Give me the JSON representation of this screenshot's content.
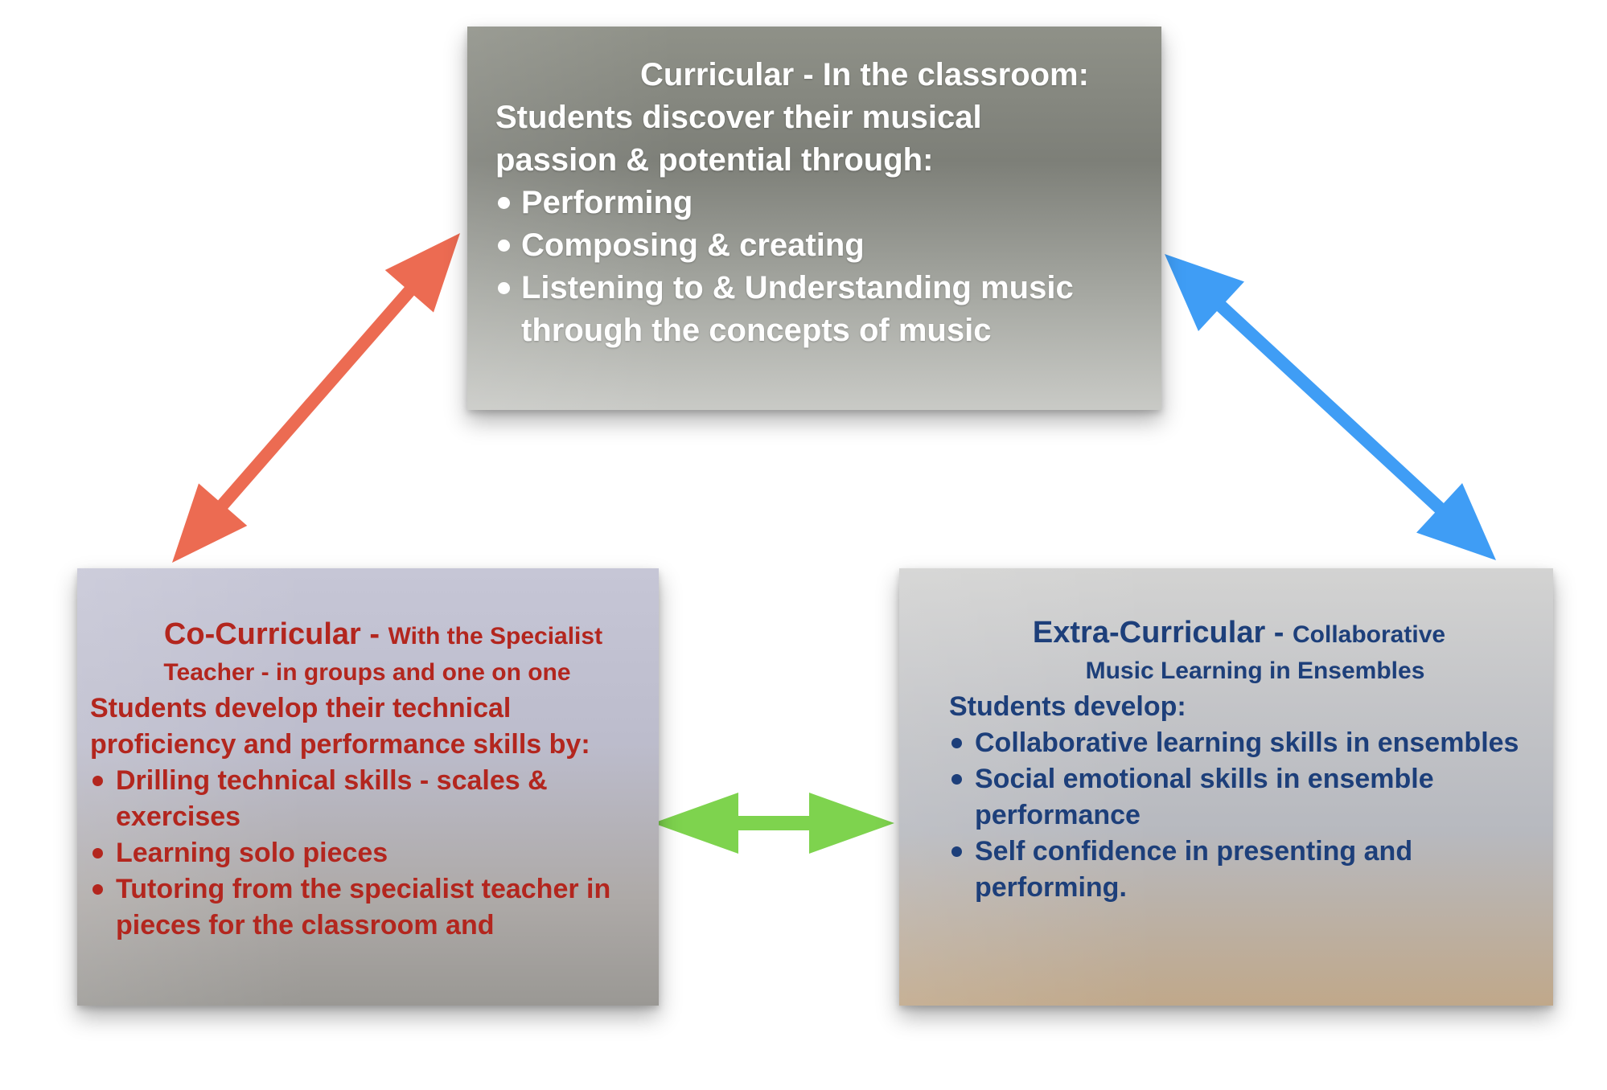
{
  "colors": {
    "arrow_left": "#ec6b52",
    "arrow_right": "#3f9df5",
    "arrow_bottom": "#7ed34e",
    "curricular_text": "#ffffff",
    "co_curricular_text": "#b3261e",
    "extra_curricular_text": "#1d3f7a"
  },
  "curricular": {
    "title": "Curricular - In the classroom:",
    "intro_line1": "Students discover their musical",
    "intro_line2": "passion & potential through:",
    "items": [
      "Performing",
      "Composing & creating",
      "Listening to & Understanding music through the concepts of music"
    ]
  },
  "co_curricular": {
    "title_main": "Co-Curricular - ",
    "title_sub1": "With the Specialist",
    "title_sub2": "Teacher - in groups and one on one",
    "intro": "Students develop their technical proficiency and performance skills by:",
    "items": [
      "Drilling technical skills - scales & exercises",
      "Learning solo pieces",
      "Tutoring from the specialist teacher in pieces for the classroom and"
    ]
  },
  "extra_curricular": {
    "title_main": "Extra-Curricular - ",
    "title_sub1": "Collaborative",
    "title_sub2": "Music Learning in Ensembles",
    "intro": "Students develop:",
    "items": [
      "Collaborative learning skills in ensembles",
      "Social emotional skills in ensemble performance",
      "Self confidence in presenting and performing."
    ]
  },
  "arrows": [
    {
      "name": "curricular-co-curricular-arrow",
      "color_key": "arrow_left",
      "direction": "bidirectional"
    },
    {
      "name": "curricular-extra-curricular-arrow",
      "color_key": "arrow_right",
      "direction": "bidirectional"
    },
    {
      "name": "co-curricular-extra-curricular-arrow",
      "color_key": "arrow_bottom",
      "direction": "bidirectional"
    }
  ]
}
